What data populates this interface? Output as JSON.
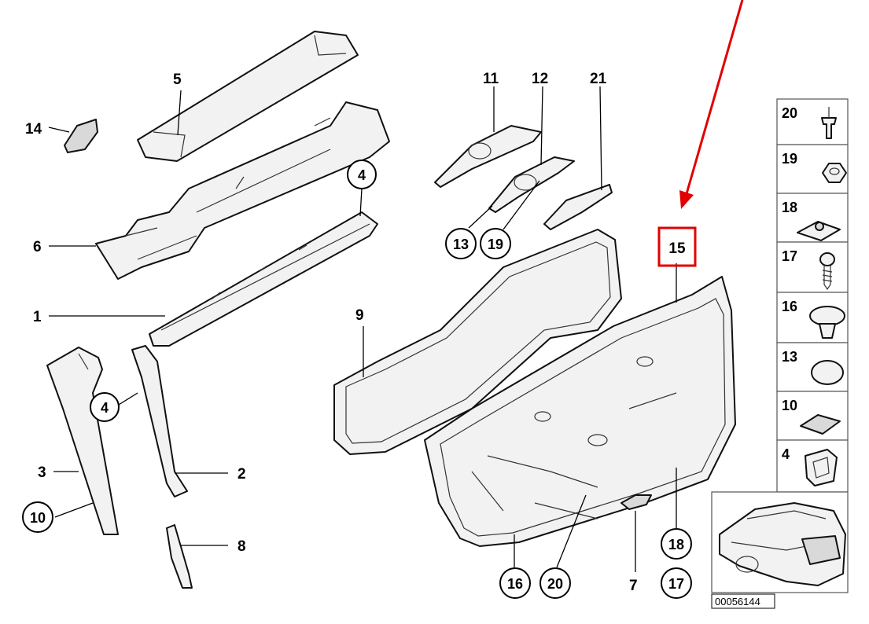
{
  "labels": {
    "p1": "1",
    "p2": "2",
    "p3": "3",
    "p4a": "4",
    "p4b": "4",
    "p5": "5",
    "p6": "6",
    "p7": "7",
    "p8": "8",
    "p9": "9",
    "p10": "10",
    "p11": "11",
    "p12": "12",
    "p13": "13",
    "p14": "14",
    "p15": "15",
    "p16": "16",
    "p17": "17",
    "p18": "18",
    "p19": "19",
    "p20": "20",
    "p21": "21"
  },
  "side_panel": [
    "20",
    "19",
    "18",
    "17",
    "16",
    "13",
    "10",
    "4"
  ],
  "reference_code": "00056144",
  "colors": {
    "highlight": "#e00000",
    "arrow": "#e00000"
  }
}
